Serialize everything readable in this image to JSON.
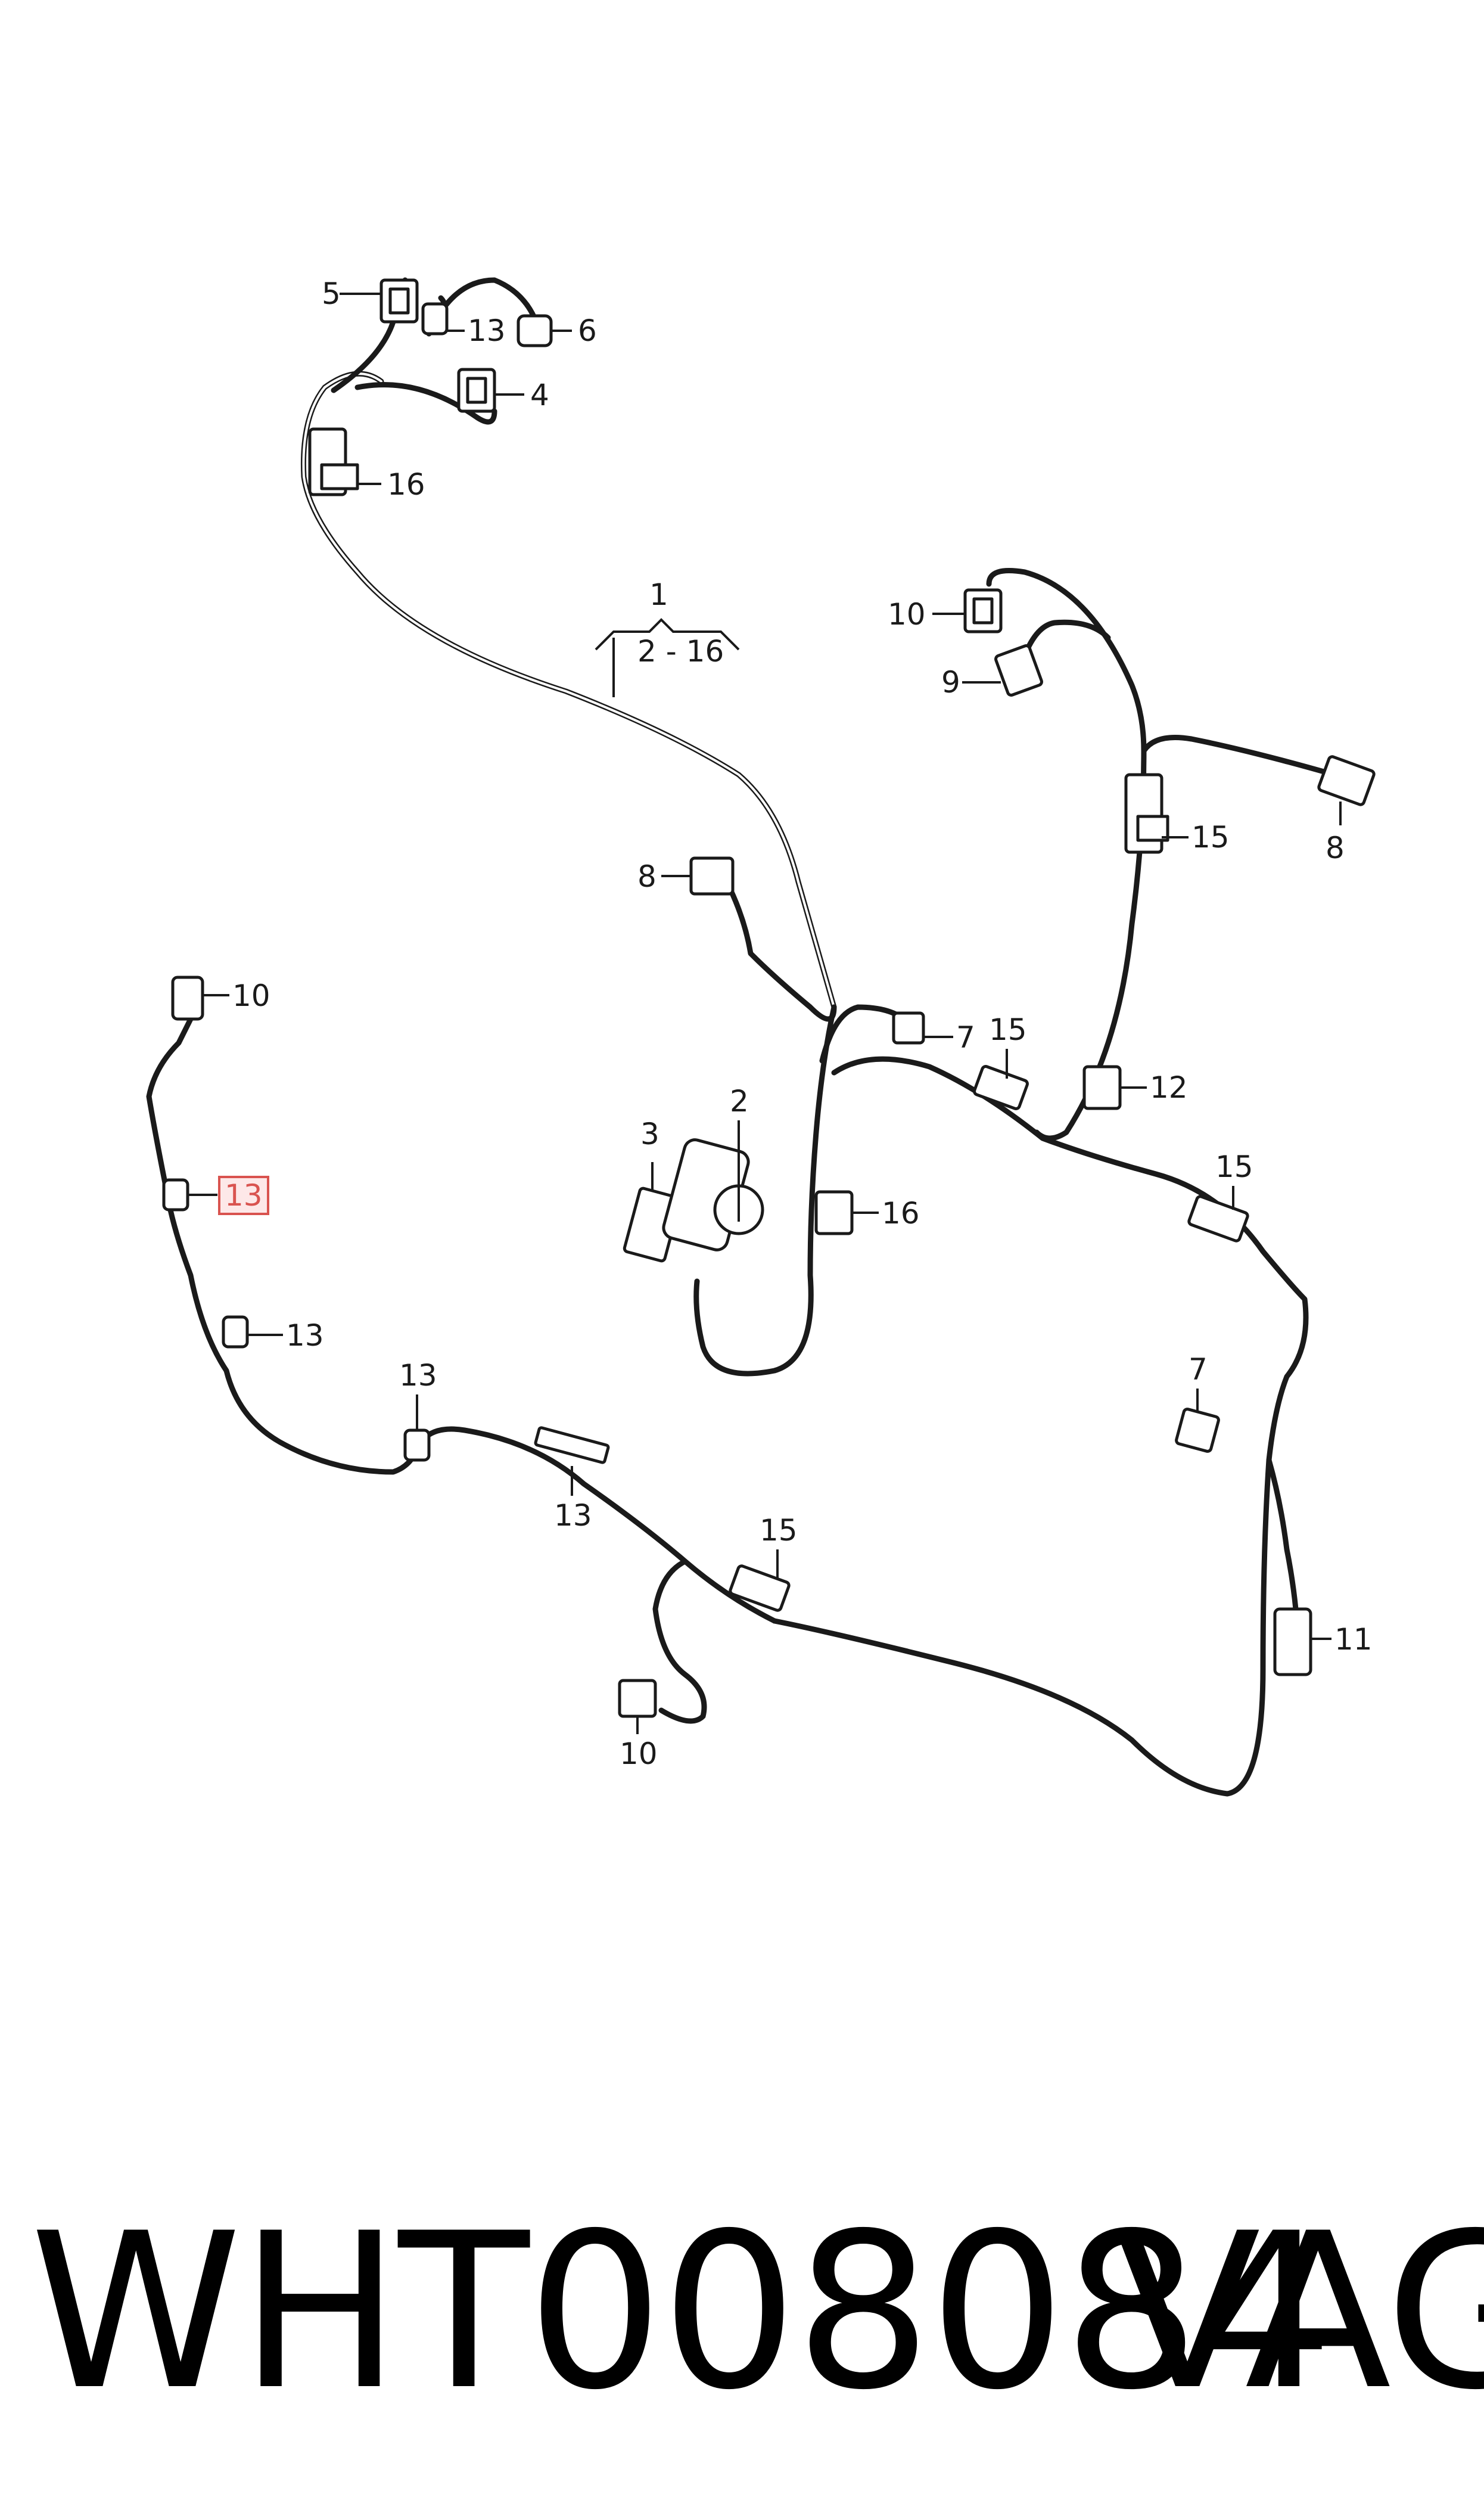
{
  "diagram": {
    "labels": {
      "l1": "1",
      "l1_range": "2 - 16",
      "l2": "2",
      "l3": "3",
      "l4": "4",
      "l5": "5",
      "l6": "6",
      "l7a": "7",
      "l7b": "7",
      "l8a": "8",
      "l8b": "8",
      "l9": "9",
      "l10a": "10",
      "l10b": "10",
      "l10c": "10",
      "l11": "11",
      "l12": "12",
      "l13a": "13",
      "l13b": "13",
      "l13c": "13",
      "l13d": "13",
      "l13e": "13",
      "l15a": "15",
      "l15b": "15",
      "l15c": "15",
      "l15d": "15",
      "l16a": "16",
      "l16b": "16"
    },
    "highlight_color": "#d9534f"
  },
  "footer": {
    "part_number": "WHT008084",
    "brand": "VAG"
  }
}
